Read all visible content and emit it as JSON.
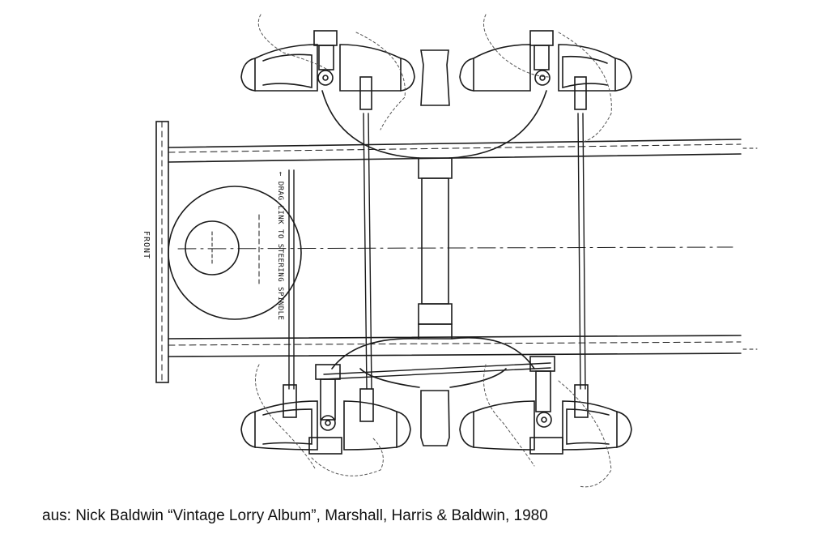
{
  "diagram": {
    "front_label": "FRONT",
    "drag_link_label": "← DRAG LINK TO STEERING SPINDLE",
    "line_color": "#1a1a1a",
    "ghost_color": "#555555"
  },
  "caption": {
    "text": "aus: Nick Baldwin “Vintage Lorry Album”, Marshall, Harris & Baldwin, 1980"
  }
}
